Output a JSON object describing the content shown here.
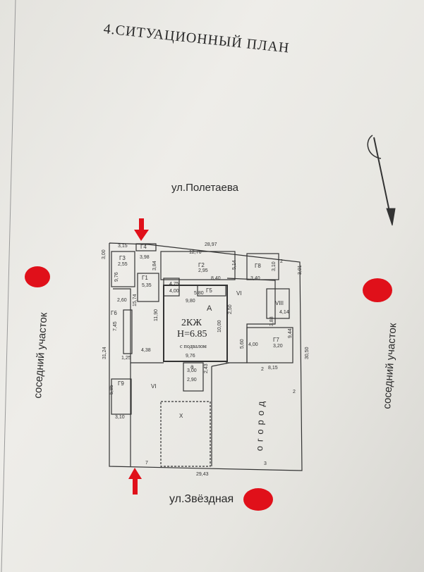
{
  "title": "4.СИТУАЦИОННЫЙ ПЛАН",
  "streets": {
    "top": "ул.Полетаева",
    "bottom": "ул.Звёздная"
  },
  "neighbors": {
    "left": "соседний участок",
    "right": "соседний участок"
  },
  "garden": "огород",
  "house": {
    "label": "2КЖ",
    "height": "H=6.85",
    "note": "с подвалом",
    "letter": "А"
  },
  "structures": [
    "Г1",
    "Г2",
    "Г3",
    "Г4",
    "Г5",
    "Г6",
    "Г7",
    "Г8",
    "Г9",
    "VI",
    "VI",
    "VIII",
    "X",
    "а"
  ],
  "dimensions": [
    "3,15",
    "28,97",
    "3,00",
    "12,76",
    "3,98",
    "3,84",
    "2,55",
    "2,95",
    "9,76",
    "5,35",
    "8,40",
    "5,14",
    "3,40",
    "3,10",
    "3,01",
    "4,75",
    "4,00",
    "5,80",
    "9,80",
    "2,60",
    "15,74",
    "11,90",
    "10,00",
    "2,50",
    "4,14",
    "3,88",
    "9,44",
    "7,45",
    "3,20",
    "31,24",
    "4,38",
    "9,76",
    "1,25",
    "4,00",
    "5,60",
    "30,50",
    "8,15",
    "2,43",
    "3,00",
    "2,90",
    "5,85",
    "3,10",
    "29,43",
    "7",
    "3",
    "2",
    "2",
    "2"
  ],
  "colors": {
    "ink": "#2a2a2a",
    "marker": "#e0101a",
    "paper": "#e9e8e3"
  },
  "icons": [
    "north-arrow-icon",
    "arrow-down-icon",
    "arrow-up-icon"
  ]
}
